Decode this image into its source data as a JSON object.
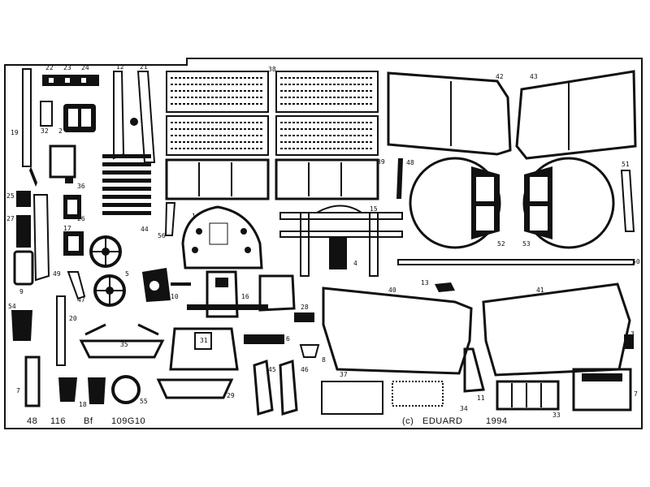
{
  "footer": {
    "catalog": "48",
    "number": "116",
    "model": "Bf",
    "variant": "109G10",
    "copyright": "(c)",
    "maker": "EDUARD",
    "year": "1994"
  },
  "part_numbers": {
    "p1": "1",
    "p2": "2",
    "p3": "3",
    "p4": "4",
    "p5": "5",
    "p6": "6",
    "p7": "7",
    "p8": "8",
    "p9": "9",
    "p10": "10",
    "p11": "11",
    "p12": "12",
    "p13": "13",
    "p15": "15",
    "p16": "16",
    "p17": "17",
    "p18": "18",
    "p19": "19",
    "p20": "20",
    "p21": "21",
    "p22": "22",
    "p23": "23",
    "p24": "24",
    "p25": "25",
    "p26": "26",
    "p27": "27",
    "p28": "28",
    "p29": "29",
    "p31": "31",
    "p32": "32",
    "p33": "33",
    "p34": "34",
    "p35": "35",
    "p36": "36",
    "p37": "37",
    "p38": "38",
    "p39": "39",
    "p40": "40",
    "p41": "41",
    "p42": "42",
    "p43": "43",
    "p44": "44",
    "p45": "45",
    "p46": "46",
    "p47": "47",
    "p48": "48",
    "p49": "49",
    "p50": "50",
    "p51": "51",
    "p52": "52",
    "p53": "53",
    "p54": "54",
    "p55": "55",
    "p56": "56",
    "p7b": "7"
  },
  "colors": {
    "metal": "#ffffff",
    "etch": "#111111",
    "shade": "#bdbdbd"
  }
}
